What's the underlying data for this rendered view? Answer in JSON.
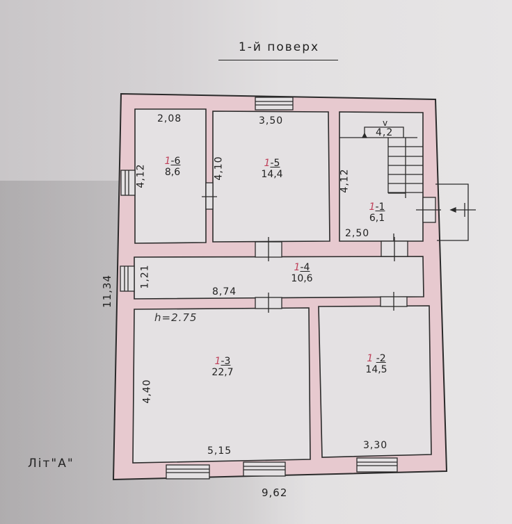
{
  "title": "1-й поверх",
  "letter_label": "Літ\"А\"",
  "height_note": "h=2.75",
  "overall": {
    "width": "9,62",
    "height": "11,34"
  },
  "colors": {
    "wall_fill": "#e7c9cf",
    "line": "#2a2a2a",
    "room_prefix": "#c0405a"
  },
  "rooms": [
    {
      "id": "1-1",
      "prefix": "1",
      "number": "-1",
      "area": "6,1",
      "width": "2,50",
      "length": "4,12",
      "note": "staircase",
      "stair_width": "4,2"
    },
    {
      "id": "1-2",
      "prefix": "1",
      "number": "-2",
      "area": "14,5",
      "width": "3,30",
      "length": ""
    },
    {
      "id": "1-3",
      "prefix": "1",
      "number": "-3",
      "area": "22,7",
      "width": "5,15",
      "length": "4,40"
    },
    {
      "id": "1-4",
      "prefix": "1",
      "number": "-4",
      "area": "10,6",
      "width": "8,74",
      "length": "1,21"
    },
    {
      "id": "1-5",
      "prefix": "1",
      "number": "-5",
      "area": "14,4",
      "width": "3,50",
      "length": "4,10"
    },
    {
      "id": "1-6",
      "prefix": "1",
      "number": "-6",
      "area": "8,6",
      "width": "2,08",
      "length": "4,12"
    }
  ]
}
